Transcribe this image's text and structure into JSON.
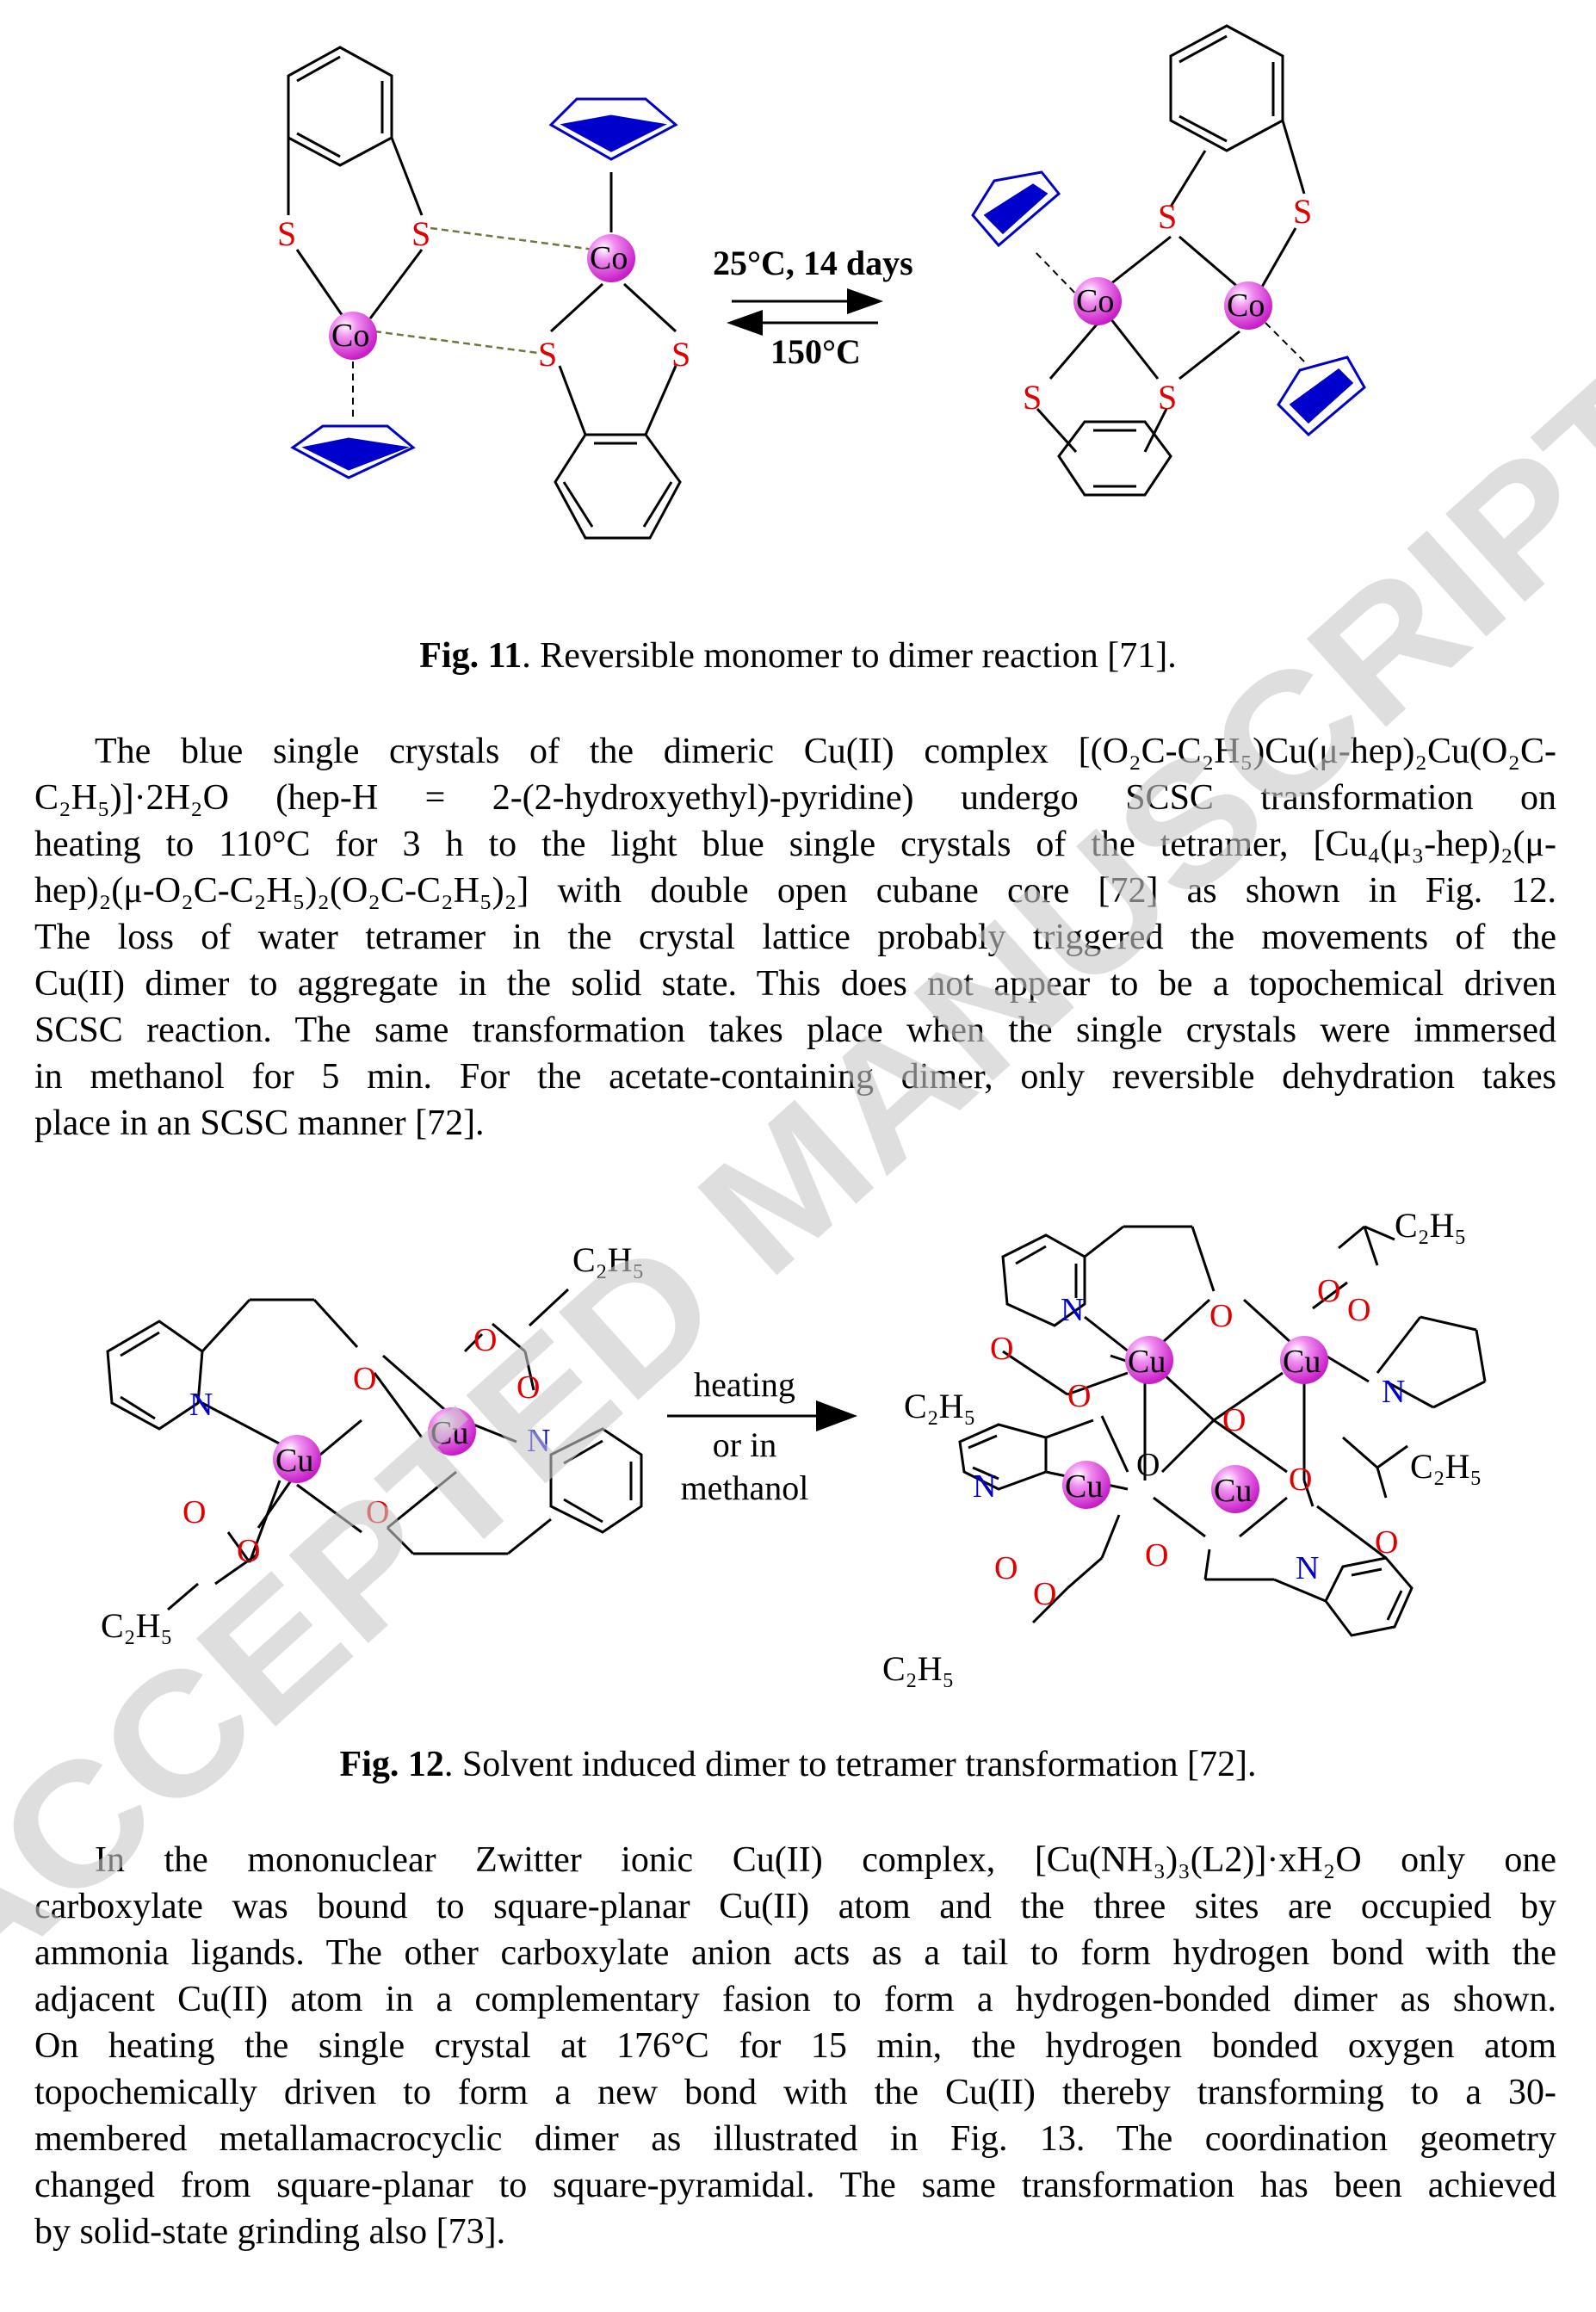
{
  "fig11": {
    "caption_bold": "Fig. 11",
    "caption_rest": ". Reversible monomer to dimer reaction [71].",
    "forward_condition": "25°C, 14 days",
    "reverse_condition": "150°C",
    "atom_s": "S",
    "atom_co": "Co"
  },
  "fig12": {
    "caption_bold": "Fig. 12",
    "caption_rest": ". Solvent induced dimer to tetramer transformation [72].",
    "arrow_line1": "heating",
    "arrow_line2": "or in",
    "arrow_line3": "methanol",
    "atom_cu": "Cu",
    "atom_o": "O",
    "atom_n": "N",
    "ethyl": "C₂H₅"
  },
  "paragraph1": [
    "The blue single crystals of the dimeric Cu(II) complex [(O₂C-C₂H₅)Cu(μ-hep)₂Cu(O₂C-",
    "C₂H₅)]·2H₂O (hep-H = 2-(2-hydroxyethyl)-pyridine) undergo SCSC transformation on",
    "heating to 110°C for 3 h to the light blue single crystals of the tetramer, [Cu₄(μ₃-hep)₂(μ-",
    "hep)₂(μ-O₂C-C₂H₅)₂(O₂C-C₂H₅)₂] with double open cubane core [72] as shown in Fig. 12.",
    "The loss of water tetramer in the crystal lattice probably triggered the movements of the",
    "Cu(II) dimer to aggregate in the solid state. This does not appear to be a topochemical driven",
    "SCSC reaction. The same transformation takes place when the single crystals were immersed",
    "in methanol for 5 min. For the acetate-containing dimer, only reversible dehydration takes",
    "place in an SCSC manner [72]."
  ],
  "paragraph2": [
    "In the mononuclear Zwitter ionic Cu(II) complex, [Cu(NH₃)₃(L2)]·xH₂O only one",
    "carboxylate was bound to square-planar Cu(II) atom and the three sites are occupied by",
    "ammonia ligands. The other carboxylate anion acts as a tail to form hydrogen bond with the",
    "adjacent Cu(II) atom in a complementary fasion to form a hydrogen-bonded dimer as shown.",
    "On heating the single crystal at 176°C for 15 min, the hydrogen bonded oxygen atom",
    "topochemically driven to form a new bond with the Cu(II) thereby transforming to a 30-",
    "membered metallamacrocyclic dimer as illustrated in Fig. 13. The coordination geometry",
    "changed from square-planar to square-pyramidal. The same transformation has been achieved",
    "by solid-state grinding also [73]."
  ],
  "watermark": "ACCEPTED MANUSCRIPT",
  "colors": {
    "atom_sphere": "#e84de8",
    "sulfur": "#e00000",
    "oxygen": "#e00000",
    "nitrogen": "#0000cc",
    "cp_ring": "#0000cc",
    "hbond": "#6b7a3a",
    "watermark": "#c8c8c8"
  }
}
